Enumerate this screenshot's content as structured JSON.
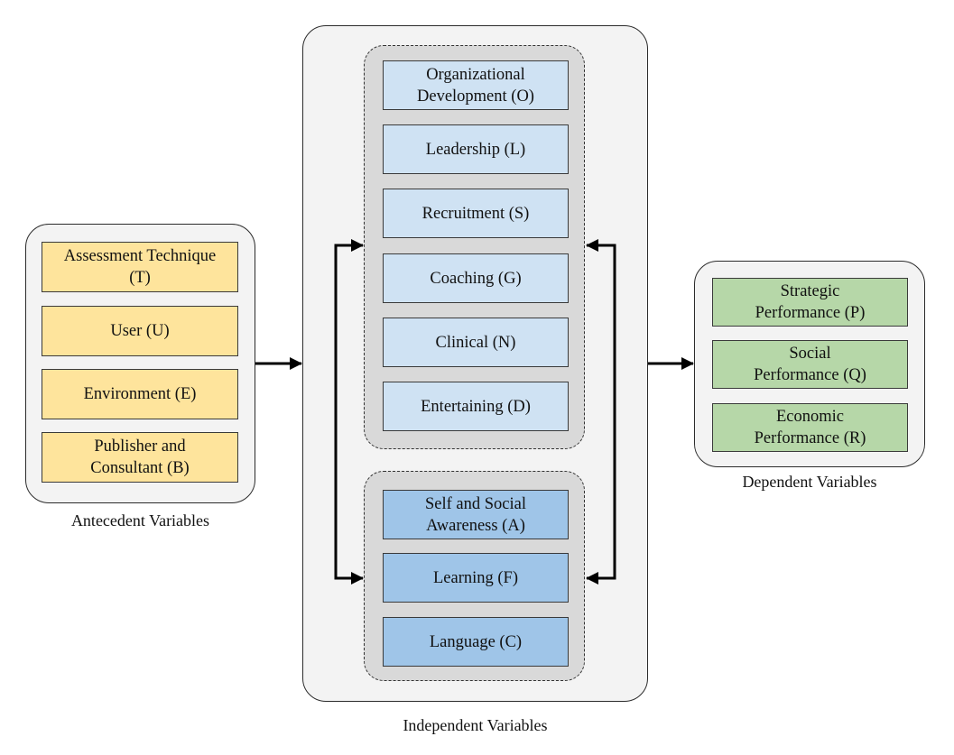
{
  "antecedent": {
    "caption": "Antecedent Variables",
    "items": [
      "Assessment Technique\n(T)",
      "User (U)",
      "Environment (E)",
      "Publisher and\nConsultant (B)"
    ]
  },
  "independent": {
    "caption": "Independent Variables",
    "upper_group": [
      "Organizational\nDevelopment (O)",
      "Leadership (L)",
      "Recruitment (S)",
      "Coaching (G)",
      "Clinical (N)",
      "Entertaining (D)"
    ],
    "lower_group": [
      "Self and Social\nAwareness (A)",
      "Learning (F)",
      "Language (C)"
    ]
  },
  "dependent": {
    "caption": "Dependent Variables",
    "items": [
      "Strategic\nPerformance (P)",
      "Social\nPerformance (Q)",
      "Economic\nPerformance (R)"
    ]
  },
  "colors": {
    "antecedent_box": "#fee49c",
    "upper_box": "#cfe2f3",
    "lower_box": "#9fc5e8",
    "dependent_box": "#b6d7a8",
    "panel_bg": "#f3f3f3",
    "group_bg": "#d9d9d9"
  }
}
